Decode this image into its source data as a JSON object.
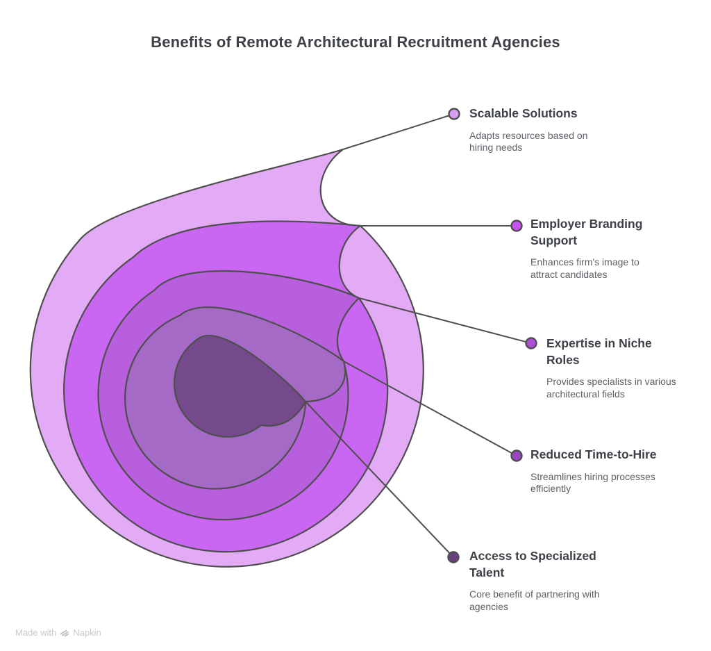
{
  "title": "Benefits of Remote Architectural Recruitment Agencies",
  "items": [
    {
      "heading": "Scalable Solutions",
      "description": "Adapts resources based on hiring needs",
      "shape_fill": "#e3abf6",
      "dot_fill": "#d89cf2"
    },
    {
      "heading": "Employer Branding Support",
      "description": "Enhances firm's image to attract candidates",
      "shape_fill": "#c966f2",
      "dot_fill": "#c554ef"
    },
    {
      "heading": "Expertise in Niche Roles",
      "description": "Provides specialists in various architectural fields",
      "shape_fill": "#b75fdd",
      "dot_fill": "#ad4fd4"
    },
    {
      "heading": "Reduced Time-to-Hire",
      "description": "Streamlines hiring processes efficiently",
      "shape_fill": "#a56ac5",
      "dot_fill": "#9b45c0"
    },
    {
      "heading": "Access to Specialized Talent",
      "description": "Core benefit of partnering with agencies",
      "shape_fill": "#744a8c",
      "dot_fill": "#6b4080"
    }
  ],
  "colors": {
    "outline_stroke": "#4e4e4e",
    "title_text": "#3d4147",
    "heading_text": "#3d4147",
    "description_text": "#5c6066",
    "watermark_text": "#c7c9cc",
    "watermark_icon": "#b9bbbe",
    "background": "#ffffff"
  },
  "watermark": {
    "prefix": "Made with",
    "brand": "Napkin"
  }
}
